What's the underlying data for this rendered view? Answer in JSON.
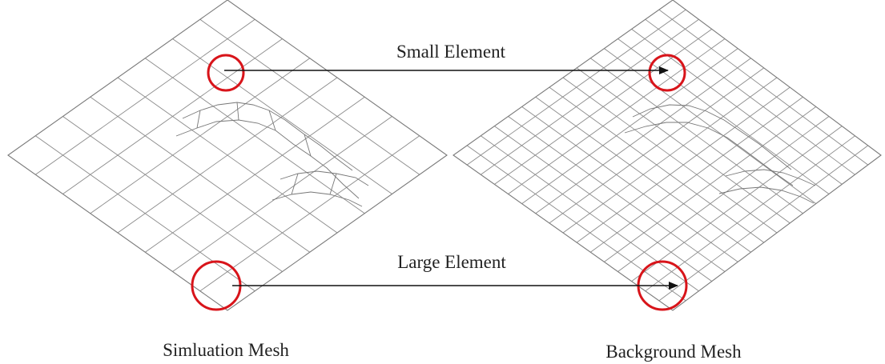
{
  "figure": {
    "labels": {
      "small_element": "Small Element",
      "large_element": "Large Element",
      "simulation_mesh": "Simluation Mesh",
      "background_mesh": "Background Mesh"
    },
    "colors": {
      "highlight_circle": "#d8141a",
      "arrow": "#111111",
      "mesh_line": "#8a8a8a"
    },
    "meshes": [
      {
        "name": "simulation-mesh",
        "divisions": 8
      },
      {
        "name": "background-mesh",
        "divisions": 16
      }
    ]
  }
}
